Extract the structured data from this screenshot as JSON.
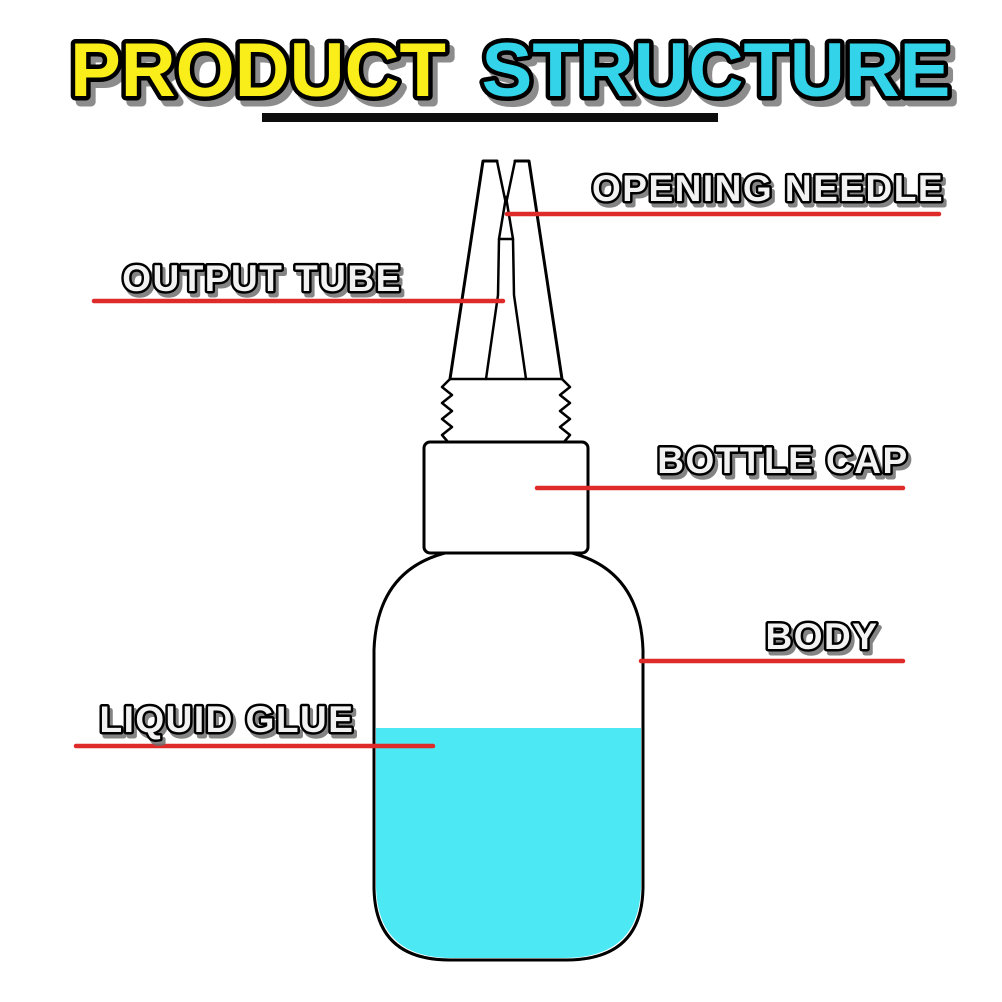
{
  "title": {
    "word1": "PRODUCT",
    "word2": "STRUCTURE"
  },
  "labels": {
    "opening_needle": "OPENING NEEDLE",
    "output_tube": "OUTPUT TUBE",
    "bottle_cap": "BOTTLE CAP",
    "body": "BODY",
    "liquid_glue": "LIQUID GLUE"
  },
  "colors": {
    "title_product": "#f9ed1a",
    "title_structure": "#33d4e9",
    "label_text": "#f2f2f2",
    "text_outline": "#000000",
    "leader_line": "#df2a2a",
    "liquid": "#4ce9f4",
    "underline": "#0d0d0d",
    "background": "#ffffff"
  }
}
